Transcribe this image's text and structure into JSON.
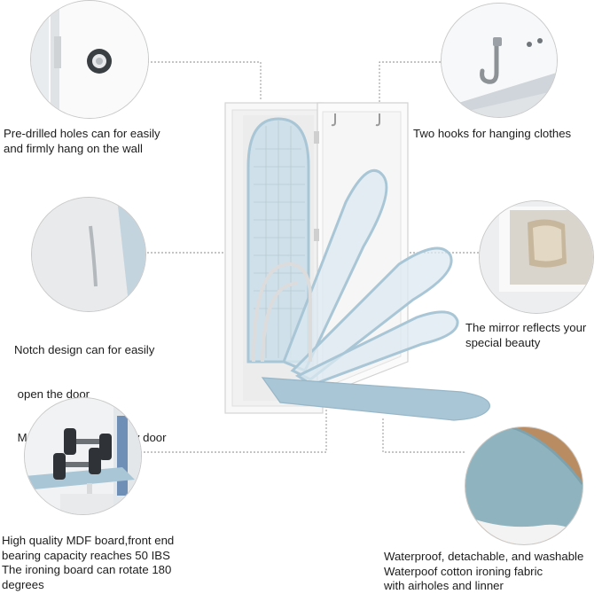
{
  "captions": {
    "wall_holes": [
      "Pre-drilled holes can for easily",
      "and firmly hang on the wall"
    ],
    "hooks": [
      "Two hooks for hanging clothes"
    ],
    "notch": [
      "Notch design can for easily",
      " open the door",
      " Magnetic suction safety door"
    ],
    "mirror": [
      "The mirror reflects your",
      "special beauty"
    ],
    "mdf": [
      "High quality MDF board,front end",
      "bearing capacity reaches 50 IBS",
      "The ironing board can rotate 180",
      "degrees"
    ],
    "waterproof": [
      "Waterproof, detachable, and washable",
      "Waterpoof cotton ironing fabric",
      "with airholes and linner"
    ]
  },
  "colors": {
    "board_blue": "#a9c6d6",
    "board_blue_light": "#cfe0ea",
    "cabinet_white": "#fbfbfb",
    "leader_line": "#8a8a8a"
  }
}
